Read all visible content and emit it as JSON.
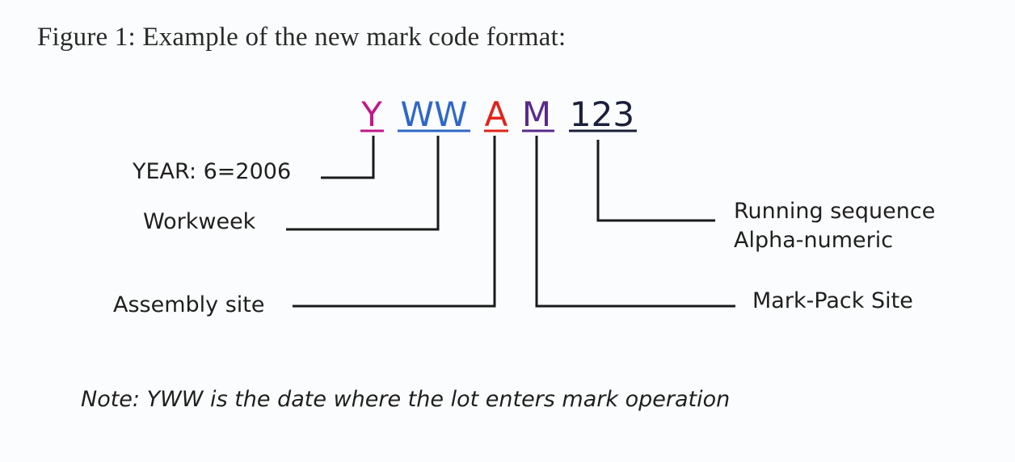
{
  "title": "Figure 1: Example of the new mark code format:",
  "code": {
    "y": "Y",
    "ww": "WW",
    "a": "A",
    "m": "M",
    "seq": "123"
  },
  "colors": {
    "y": "#c2178a",
    "ww": "#2e67c9",
    "a": "#e2231a",
    "m": "#5a2a8c",
    "seq": "#1b1f3b"
  },
  "labels": {
    "year": "YEAR: 6=2006",
    "workweek": "Workweek",
    "assembly": "Assembly site",
    "running_1": "Running sequence",
    "running_2": "Alpha-numeric",
    "markpack": "Mark-Pack Site"
  },
  "note": "Note: YWW is the date where the lot enters mark operation"
}
